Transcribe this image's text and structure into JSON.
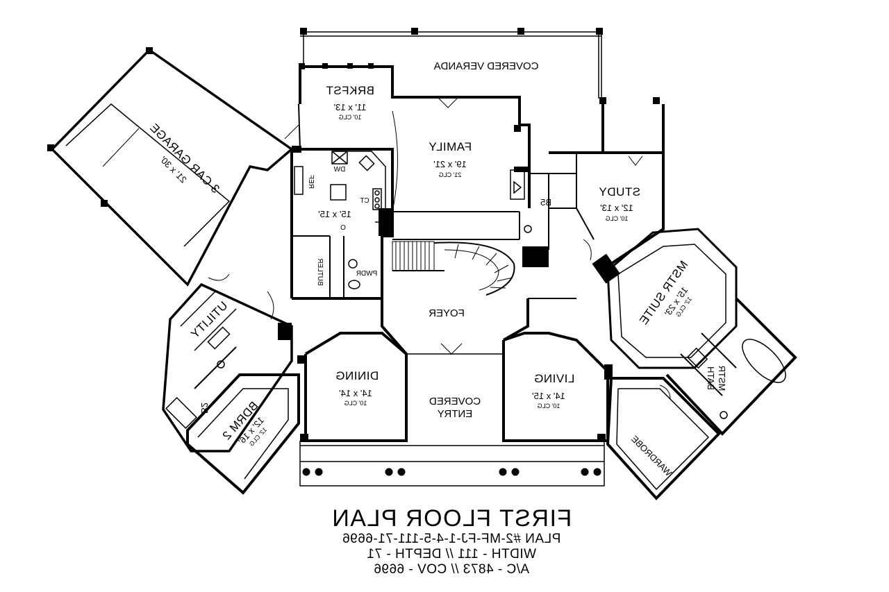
{
  "plan": {
    "title": "FIRST FLOOR PLAN",
    "lines": [
      "PLAN #2-MF-FJ-1-4-5-111-71-6696",
      "WIDTH - 111 // DEPTH - 71",
      "A/C - 4873 // COV - 6696"
    ]
  },
  "rooms": {
    "veranda": {
      "name": "COVERED VERANDA"
    },
    "brkfst": {
      "name": "BRKFST",
      "size": "11' x 13'",
      "ceiling": "10' CLG"
    },
    "family": {
      "name": "FAMILY",
      "size": "19' x 21'",
      "ceiling": "21' CLG"
    },
    "garage": {
      "name": "3 CAR GARAGE",
      "size": "21' x 30'"
    },
    "kitchen": {
      "size": "15' x 15'",
      "dw": "DW",
      "ref": "REF",
      "ct": "CT",
      "o": "O"
    },
    "study": {
      "name": "STUDY",
      "size": "12' x 13'",
      "ceiling": "10' CLG"
    },
    "b5": {
      "name": "B5"
    },
    "mstr_suite": {
      "name": "MSTR SUITE",
      "size": "15' x 23'",
      "ceiling": "12' CLG"
    },
    "butler": {
      "name": "BUTLER"
    },
    "pwdr": {
      "name": "PWDR"
    },
    "foyer": {
      "name": "FOYER"
    },
    "utility": {
      "name": "UTILITY"
    },
    "dining": {
      "name": "DINING",
      "size": "14' x 14'",
      "ceiling": "10' CLG"
    },
    "living": {
      "name": "LIVING",
      "size": "14' x 15'",
      "ceiling": "10' CLG"
    },
    "entry": {
      "name_line1": "COVERED",
      "name_line2": "ENTRY"
    },
    "mstr_bath": {
      "name_line1": "MSTR",
      "name_line2": "BATH"
    },
    "b2": {
      "name": "B2"
    },
    "bdrm2": {
      "name": "BDRM 2",
      "size": "12' x 16'",
      "ceiling": "12' CLG"
    },
    "wardrobe": {
      "name": "WARDROBE"
    }
  }
}
